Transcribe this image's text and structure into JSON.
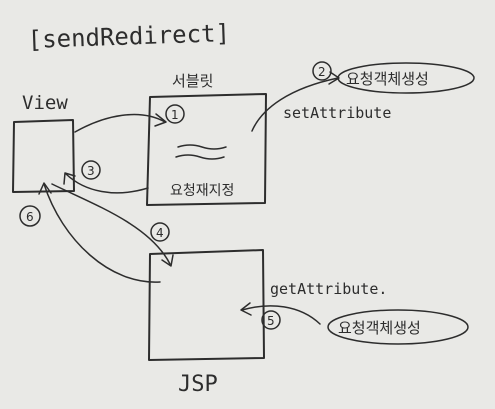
{
  "title": "[sendRedirect]",
  "nodes": {
    "view": "View",
    "servlet": "서블릿",
    "servlet_note": "요청재지정",
    "jsp": "JSP"
  },
  "steps": {
    "s1": "1",
    "s2": "2",
    "s3": "3",
    "s4": "4",
    "s5": "5",
    "s6": "6"
  },
  "labels": {
    "set_attribute": "setAttribute",
    "get_attribute": "getAttribute.",
    "create_req_obj_1": "요청객체생성",
    "create_req_obj_2": "요청객체생성"
  },
  "colors": {
    "paper": "#e9e9e6",
    "ink": "#2d2d2d"
  }
}
